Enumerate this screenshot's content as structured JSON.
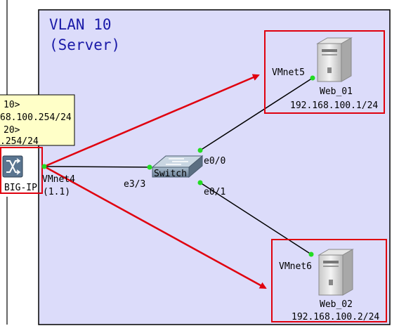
{
  "vlan_box": {
    "title_line1": "VLAN 10",
    "title_line2": "(Server)",
    "fill": "#dcdcfa"
  },
  "left_info": {
    "line1": "10>",
    "line2": "68.100.254/24",
    "line3": "20>",
    "line4": ".254/24",
    "line1_color": "#d40000",
    "line2_color": "#d40000",
    "line3_color": "#0000cc",
    "line4_color": "#0000cc",
    "fill": "#ffffc8"
  },
  "bigip": {
    "label": "BIG-IP",
    "interface": "VMnet4",
    "address": "(1.1)"
  },
  "switch": {
    "label": "Switch",
    "port_left": "e3/3",
    "port_top": "e0/0",
    "port_bottom": "e0/1"
  },
  "web1": {
    "name": "Web_01",
    "ip": "192.168.100.1/24",
    "interface": "VMnet5"
  },
  "web2": {
    "name": "Web_02",
    "ip": "192.168.100.2/24",
    "interface": "VMnet6"
  },
  "colors": {
    "highlight": "#e0000e",
    "link": "#000000",
    "port_dot": "#22dd22"
  }
}
